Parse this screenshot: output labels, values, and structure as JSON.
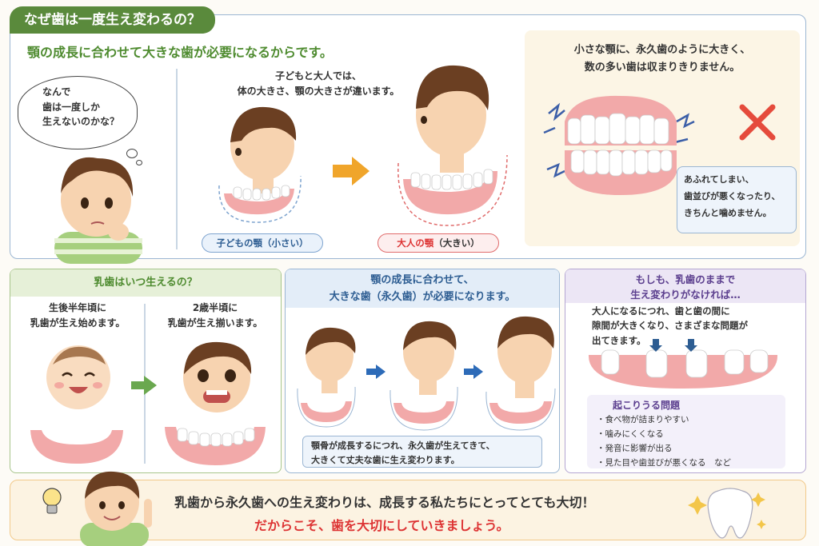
{
  "header": {
    "title": "なぜ歯は一度生え変わるの？",
    "subtitle": "顎の成長に合わせて大きな歯が必要になるからです。"
  },
  "thought_bubble": {
    "lines": [
      "なんで",
      "歯は一度しか",
      "生えないのかな？"
    ]
  },
  "comparison": {
    "caption_lines": [
      "子どもと大人では、",
      "体の大きさ、顎の大きさが違います。"
    ],
    "child_label": "子どもの顎（小さい）",
    "adult_label_red": "大人の顎",
    "adult_label_rest": "（大きい）"
  },
  "warning": {
    "lines": [
      "小さな顎に、永久歯のように大きく、",
      "数の多い歯は収まりきりません。"
    ],
    "box_lines": [
      "あふれてしまい、",
      "歯並びが悪くなったり、",
      "きちんと噛めません。"
    ]
  },
  "panel_baby": {
    "head": "乳歯はいつ生えるの？",
    "left_lines": [
      "生後半年頃に",
      "乳歯が生え始めます。"
    ],
    "right_lines": [
      "2歳半頃に",
      "乳歯が生え揃います。"
    ]
  },
  "panel_growth": {
    "head_lines": [
      "顎の成長に合わせて、",
      "大きな歯（永久歯）が必要になります。"
    ],
    "note_lines": [
      "顎骨が成長するにつれ、永久歯が生えてきて、",
      "大きくて丈夫な歯に生え変わります。"
    ]
  },
  "panel_problem": {
    "head_lines": [
      "もしも、乳歯のままで",
      "生え変わりがなければ…"
    ],
    "desc_lines": [
      "大人になるにつれ、歯と歯の間に",
      "隙間が大きくなり、さまざまな問題が",
      "出てきます。"
    ],
    "box_title": "起こりうる問題",
    "items": [
      "食べ物が詰まりやすい",
      "噛みにくくなる",
      "発音に影響が出る",
      "見た目や歯並びが悪くなる　など"
    ]
  },
  "footer": {
    "line1": "乳歯から永久歯への生え変わりは、成長する私たちにとってとても大切！",
    "line2": "だからこそ、歯を大切にしていきましょう。"
  },
  "colors": {
    "green": "#5a8a3c",
    "blue": "#2d5d92",
    "purple": "#5b3e8e",
    "red": "#d33333",
    "orange_arrow": "#f0a52b"
  }
}
